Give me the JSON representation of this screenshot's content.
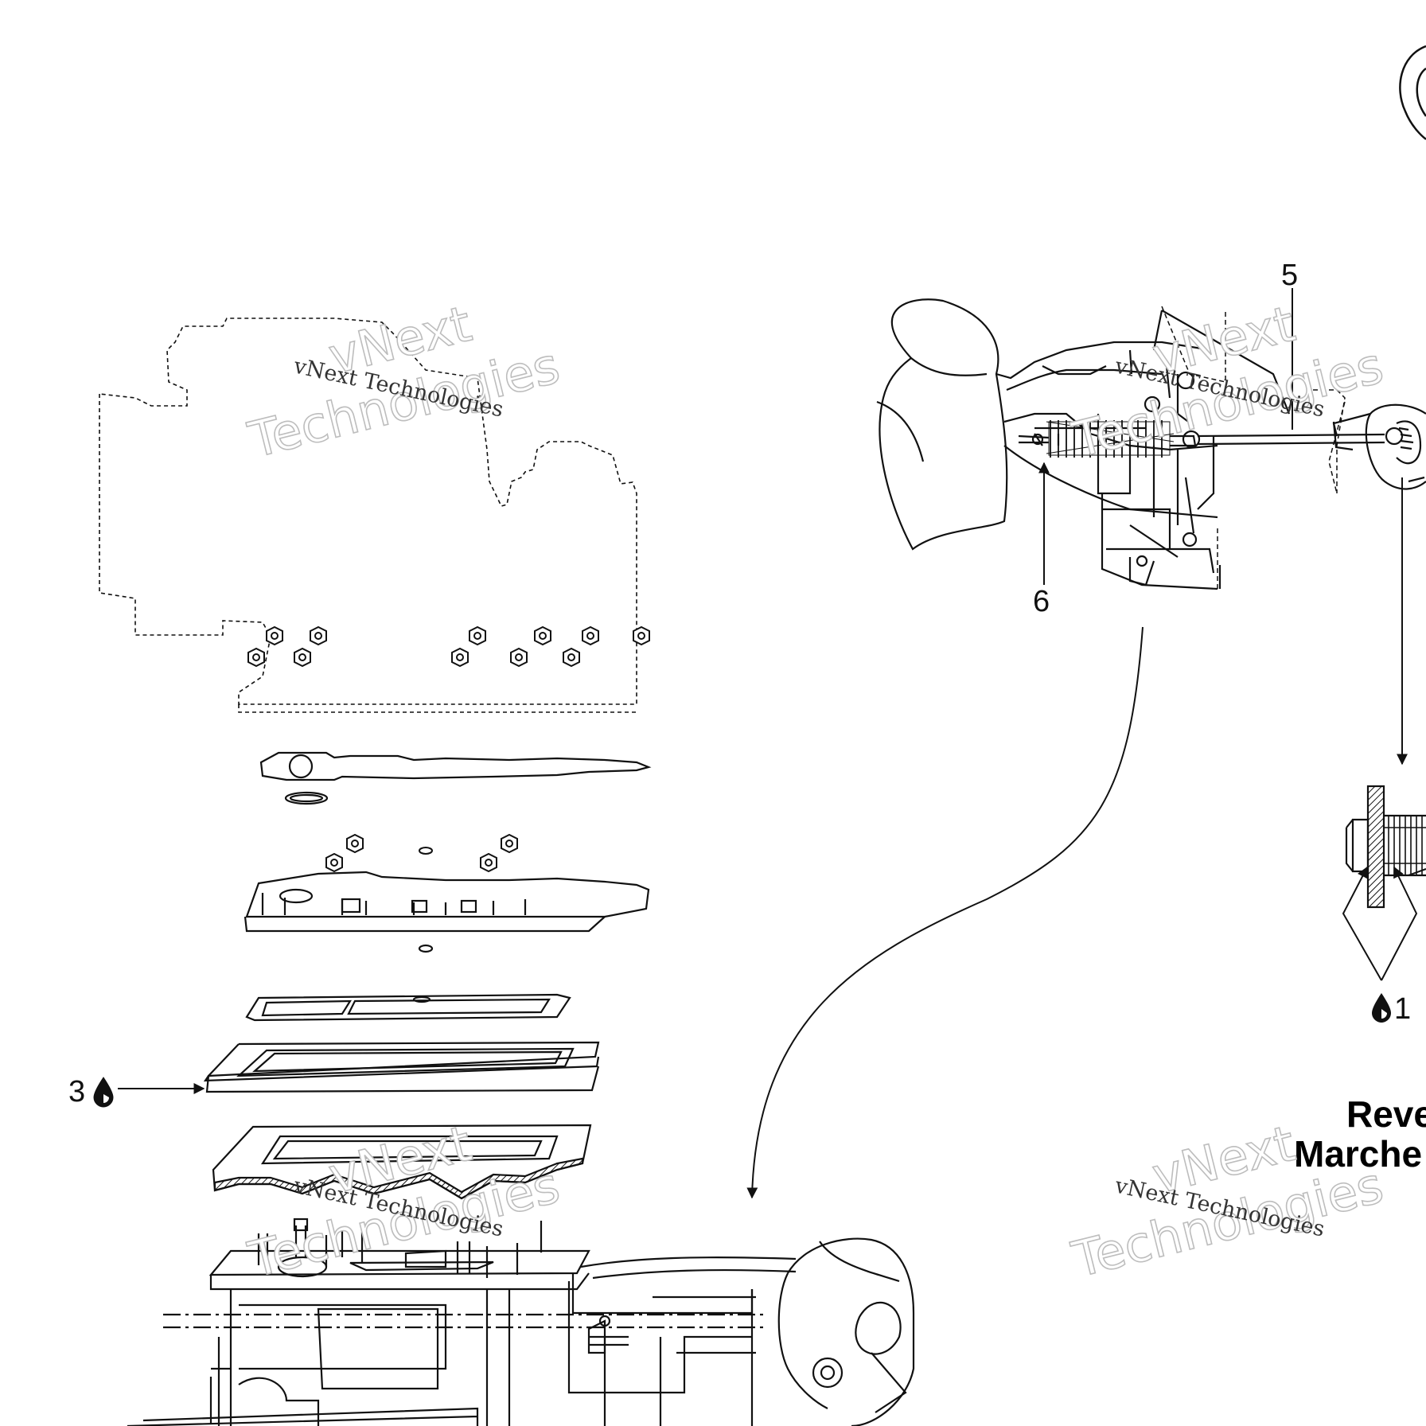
{
  "callouts": [
    {
      "id": "callout-1",
      "text": "1"
    },
    {
      "id": "callout-3",
      "text": "3"
    },
    {
      "id": "callout-5",
      "text": "5"
    },
    {
      "id": "callout-6",
      "text": "6"
    }
  ],
  "section_title": {
    "line1": "Reve",
    "line2": "Marche"
  },
  "watermark": {
    "brand": "vNext Technologies",
    "outline_top": "vNext",
    "outline_bottom": "Technologies"
  },
  "icons": {
    "lubricant": "oil-drop-icon"
  },
  "colors": {
    "line": "#111111",
    "watermark_outline": "#bdbdbd",
    "background": "#ffffff"
  }
}
